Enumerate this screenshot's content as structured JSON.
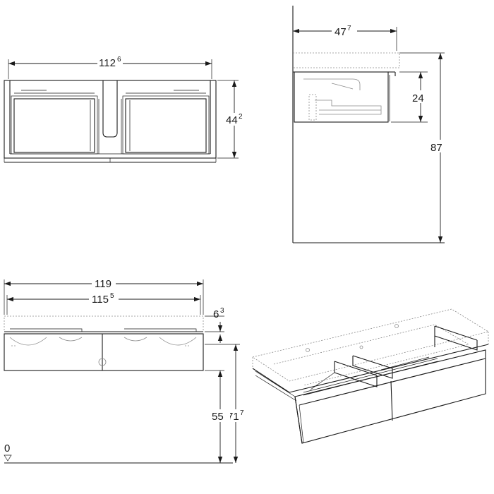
{
  "colors": {
    "ink": "#1a1a1a",
    "hidden": "#8a8a8a",
    "background": "#ffffff"
  },
  "front_view": {
    "width_dimension": {
      "main": "112",
      "sup": "6"
    },
    "height_dimension": {
      "main": "44",
      "sup": "2"
    }
  },
  "side_view": {
    "depth_dimension": {
      "main": "47",
      "sup": "7"
    },
    "drawer_height_dimension": {
      "main": "24",
      "sup": ""
    },
    "wall_height_dimension": {
      "main": "87",
      "sup": ""
    }
  },
  "elevation_view": {
    "overall_width_dimension": {
      "main": "119",
      "sup": ""
    },
    "inner_width_dimension": {
      "main": "115",
      "sup": "5"
    },
    "top_thickness_dimension": {
      "main": "6",
      "sup": "3"
    },
    "cabinet_top_height_dimension": {
      "main": "71",
      "sup": "7"
    },
    "cabinet_bottom_height_dimension": {
      "main": "55",
      "sup": ""
    },
    "floor_level_label": "0"
  }
}
